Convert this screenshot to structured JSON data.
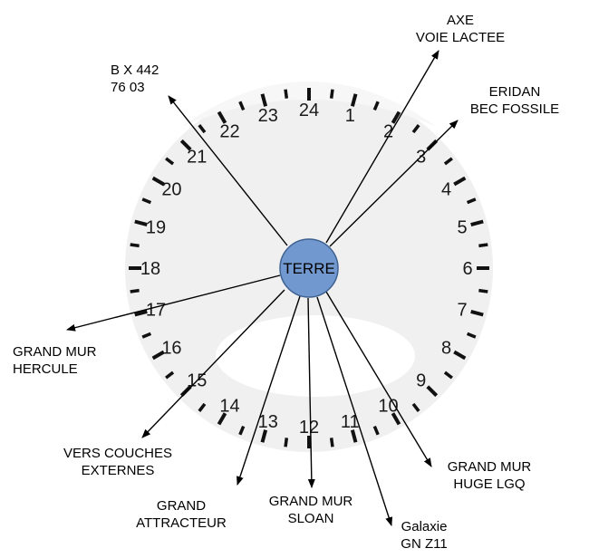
{
  "center": {
    "label": "TERRE",
    "fill": "#7199cf",
    "stroke": "#3e6191"
  },
  "dial": {
    "face_color": "#f0f0f0",
    "tick_color": "#111111",
    "hours": [
      "1",
      "2",
      "3",
      "4",
      "5",
      "6",
      "7",
      "8",
      "9",
      "10",
      "11",
      "12",
      "13",
      "14",
      "15",
      "16",
      "17",
      "18",
      "19",
      "20",
      "21",
      "22",
      "23",
      "24"
    ]
  },
  "arrow_color": "#000000",
  "targets": [
    {
      "id": "axe-voie-lactee",
      "lines": [
        "AXE",
        "VOIE LACTEE"
      ]
    },
    {
      "id": "eridan-bec-fossile",
      "lines": [
        "ERIDAN",
        "BEC FOSSILE"
      ]
    },
    {
      "id": "bx-442",
      "lines": [
        "B X 442",
        "76 03"
      ]
    },
    {
      "id": "grand-mur-hercule",
      "lines": [
        "GRAND MUR",
        "HERCULE"
      ]
    },
    {
      "id": "vers-couches-externes",
      "lines": [
        "VERS COUCHES",
        "EXTERNES"
      ]
    },
    {
      "id": "grand-attracteur",
      "lines": [
        "GRAND",
        "ATTRACTEUR"
      ]
    },
    {
      "id": "grand-mur-sloan",
      "lines": [
        "GRAND MUR",
        "SLOAN"
      ]
    },
    {
      "id": "galaxie-gn-z11",
      "lines": [
        "Galaxie",
        "GN Z11"
      ]
    },
    {
      "id": "grand-mur-huge-lgq",
      "lines": [
        "GRAND MUR",
        "HUGE LGQ"
      ]
    }
  ]
}
